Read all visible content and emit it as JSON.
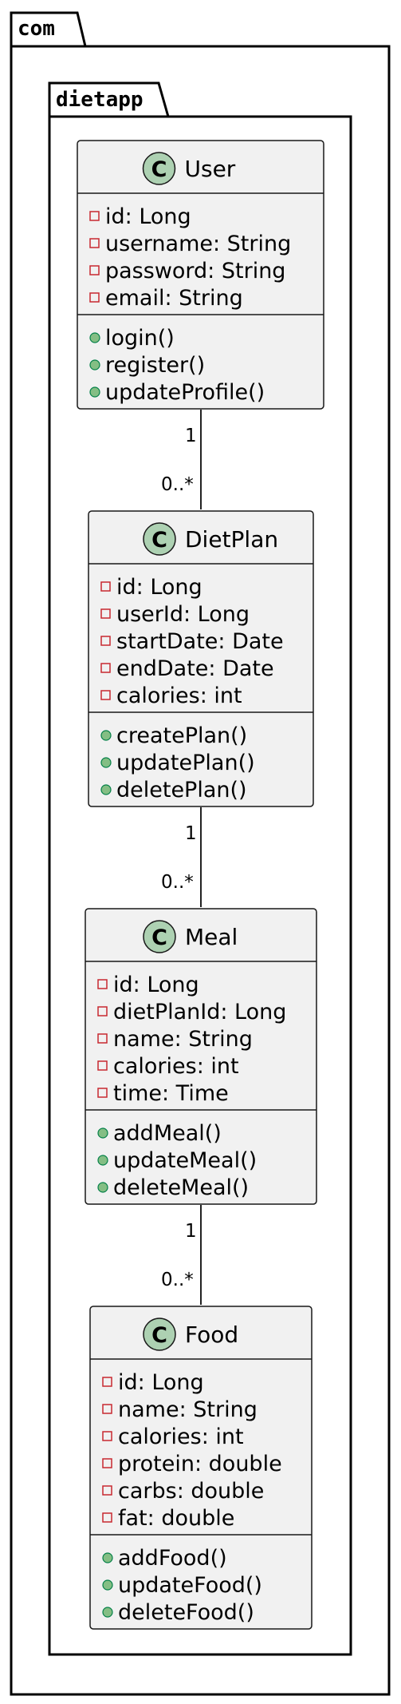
{
  "packages": {
    "outer": "com",
    "inner": "dietapp"
  },
  "icons": {
    "class_marker": "C",
    "private_field": "private-square-icon",
    "public_method": "public-circle-icon"
  },
  "colors": {
    "class_fill": "#f1f1f1",
    "class_icon": "#add1b2",
    "private_marker": "#c82930",
    "public_marker": "#84be84",
    "public_marker_fill": "#84be84"
  },
  "classes": [
    {
      "name": "User",
      "fields": [
        "id: Long",
        "username: String",
        "password: String",
        "email: String"
      ],
      "methods": [
        "login()",
        "register()",
        "updateProfile()"
      ]
    },
    {
      "name": "DietPlan",
      "fields": [
        "id: Long",
        "userId: Long",
        "startDate: Date",
        "endDate: Date",
        "calories: int"
      ],
      "methods": [
        "createPlan()",
        "updatePlan()",
        "deletePlan()"
      ]
    },
    {
      "name": "Meal",
      "fields": [
        "id: Long",
        "dietPlanId: Long",
        "name: String",
        "calories: int",
        "time: Time"
      ],
      "methods": [
        "addMeal()",
        "updateMeal()",
        "deleteMeal()"
      ]
    },
    {
      "name": "Food",
      "fields": [
        "id: Long",
        "name: String",
        "calories: int",
        "protein: double",
        "carbs: double",
        "fat: double"
      ],
      "methods": [
        "addFood()",
        "updateFood()",
        "deleteFood()"
      ]
    }
  ],
  "associations": [
    {
      "from": "User",
      "to": "DietPlan",
      "from_mult": "1",
      "to_mult": "0..*"
    },
    {
      "from": "DietPlan",
      "to": "Meal",
      "from_mult": "1",
      "to_mult": "0..*"
    },
    {
      "from": "Meal",
      "to": "Food",
      "from_mult": "1",
      "to_mult": "0..*"
    }
  ]
}
